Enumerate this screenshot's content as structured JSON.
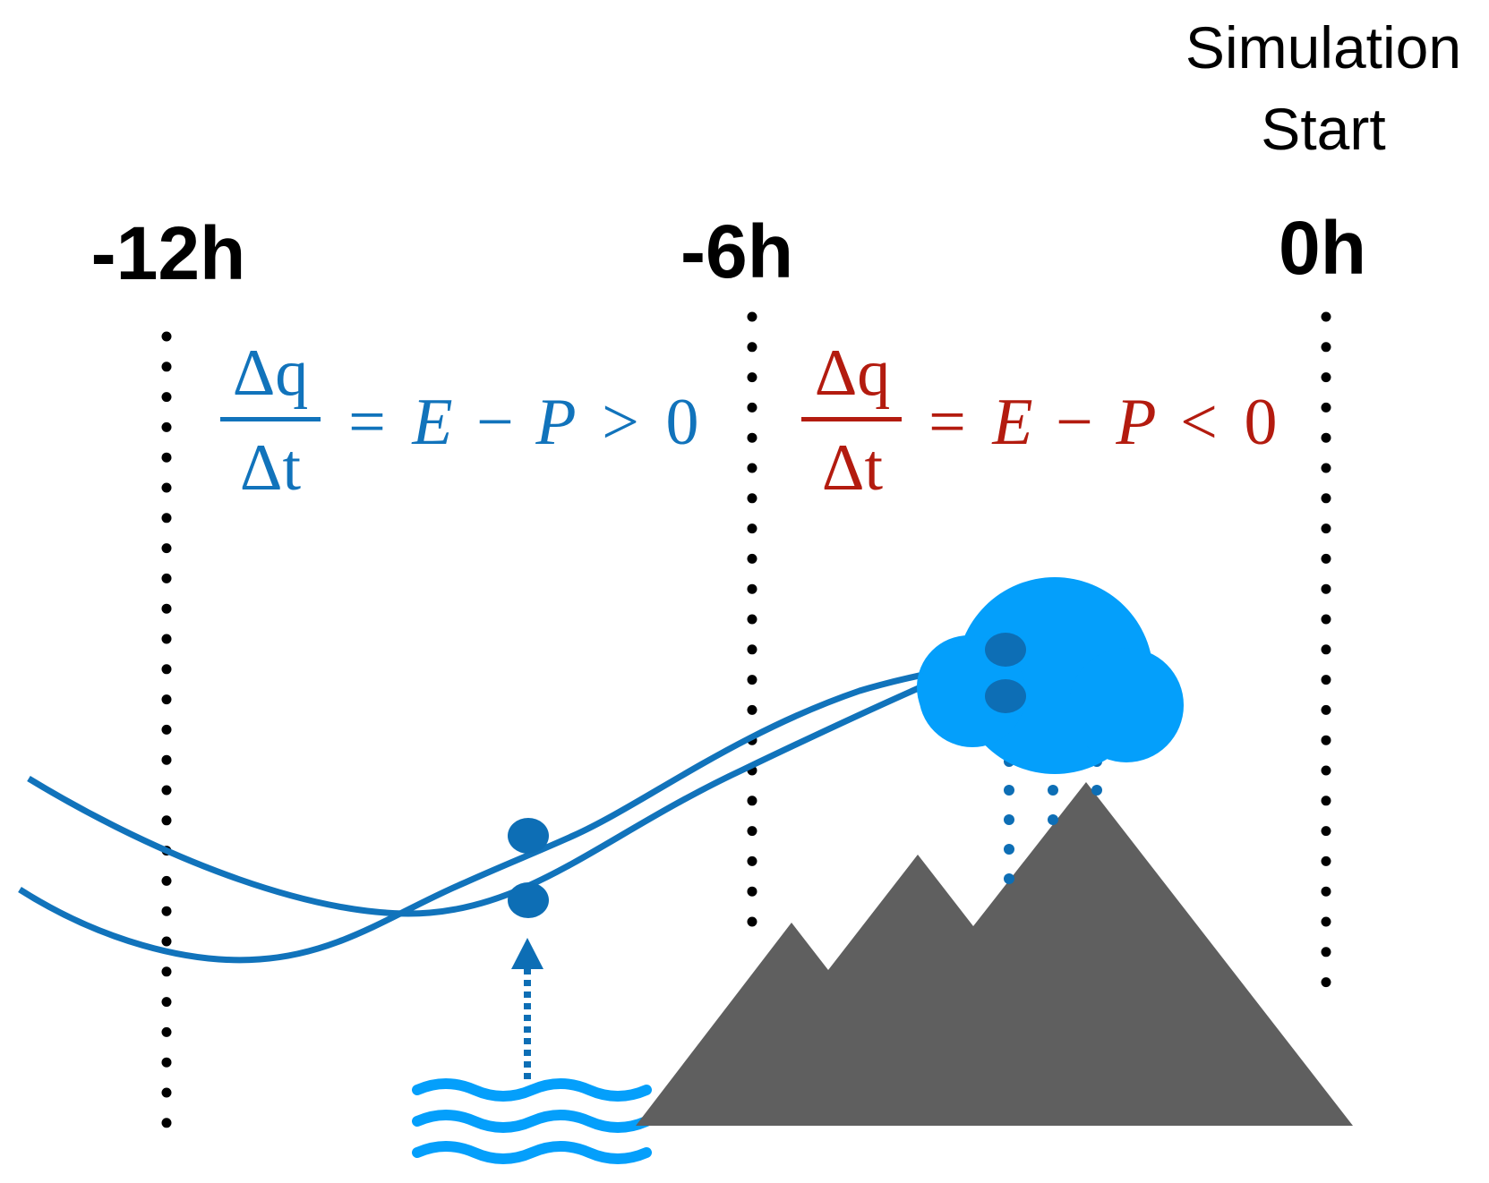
{
  "header": {
    "simulation_line1": "Simulation",
    "simulation_line2": "Start"
  },
  "timeline": {
    "labels": [
      "-12h",
      "-6h",
      "0h"
    ]
  },
  "equations": {
    "left": {
      "numerator": "Δq",
      "denominator": "Δt",
      "rhs_eq": "=",
      "rhs_E": "E",
      "rhs_minus": "−",
      "rhs_P": "P",
      "rhs_op": ">",
      "rhs_zero": "0",
      "color": "#1173BB"
    },
    "right": {
      "numerator": "Δq",
      "denominator": "Δt",
      "rhs_eq": "=",
      "rhs_E": "E",
      "rhs_minus": "−",
      "rhs_P": "P",
      "rhs_op": "<",
      "rhs_zero": "0",
      "color": "#B31B0F"
    }
  },
  "icons": {
    "cloud": "cloud-icon",
    "mountains": "mountains-icon",
    "water": "water-waves-icon",
    "evaporation_arrow": "evaporation-arrow-icon",
    "rain": "rain-drops-icon"
  },
  "colors": {
    "trajectory": "#1173BB",
    "cloud": "#049FFB",
    "water": "#049FFB",
    "mountain": "#5F5F5F",
    "parcel": "#0D6EB5"
  }
}
